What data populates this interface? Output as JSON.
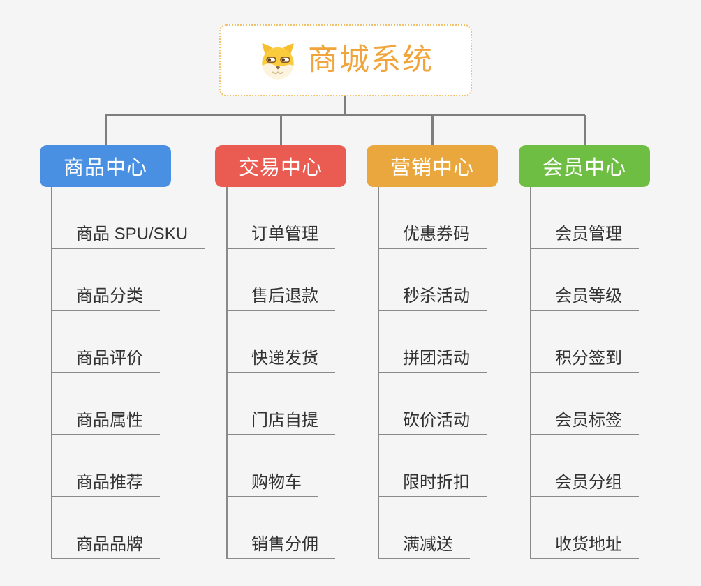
{
  "canvas": {
    "background": "#f5f5f6",
    "connector_color": "#7e7e7e",
    "leaf_line_color": "#8a8a8a"
  },
  "root": {
    "title": "商城系统",
    "icon": "dog-face-icon",
    "text_color": "#f0a53c",
    "border_color": "#f3c06a"
  },
  "branches": [
    {
      "label": "商品中心",
      "color": "#4a90e2",
      "items": [
        "商品 SPU/SKU",
        "商品分类",
        "商品评价",
        "商品属性",
        "商品推荐",
        "商品品牌"
      ]
    },
    {
      "label": "交易中心",
      "color": "#ea5b52",
      "items": [
        "订单管理",
        "售后退款",
        "快递发货",
        "门店自提",
        "购物车",
        "销售分佣"
      ]
    },
    {
      "label": "营销中心",
      "color": "#eaa73e",
      "items": [
        "优惠券码",
        "秒杀活动",
        "拼团活动",
        "砍价活动",
        "限时折扣",
        "满减送"
      ]
    },
    {
      "label": "会员中心",
      "color": "#6fbe44",
      "items": [
        "会员管理",
        "会员等级",
        "积分签到",
        "会员标签",
        "会员分组",
        "收货地址"
      ]
    }
  ]
}
